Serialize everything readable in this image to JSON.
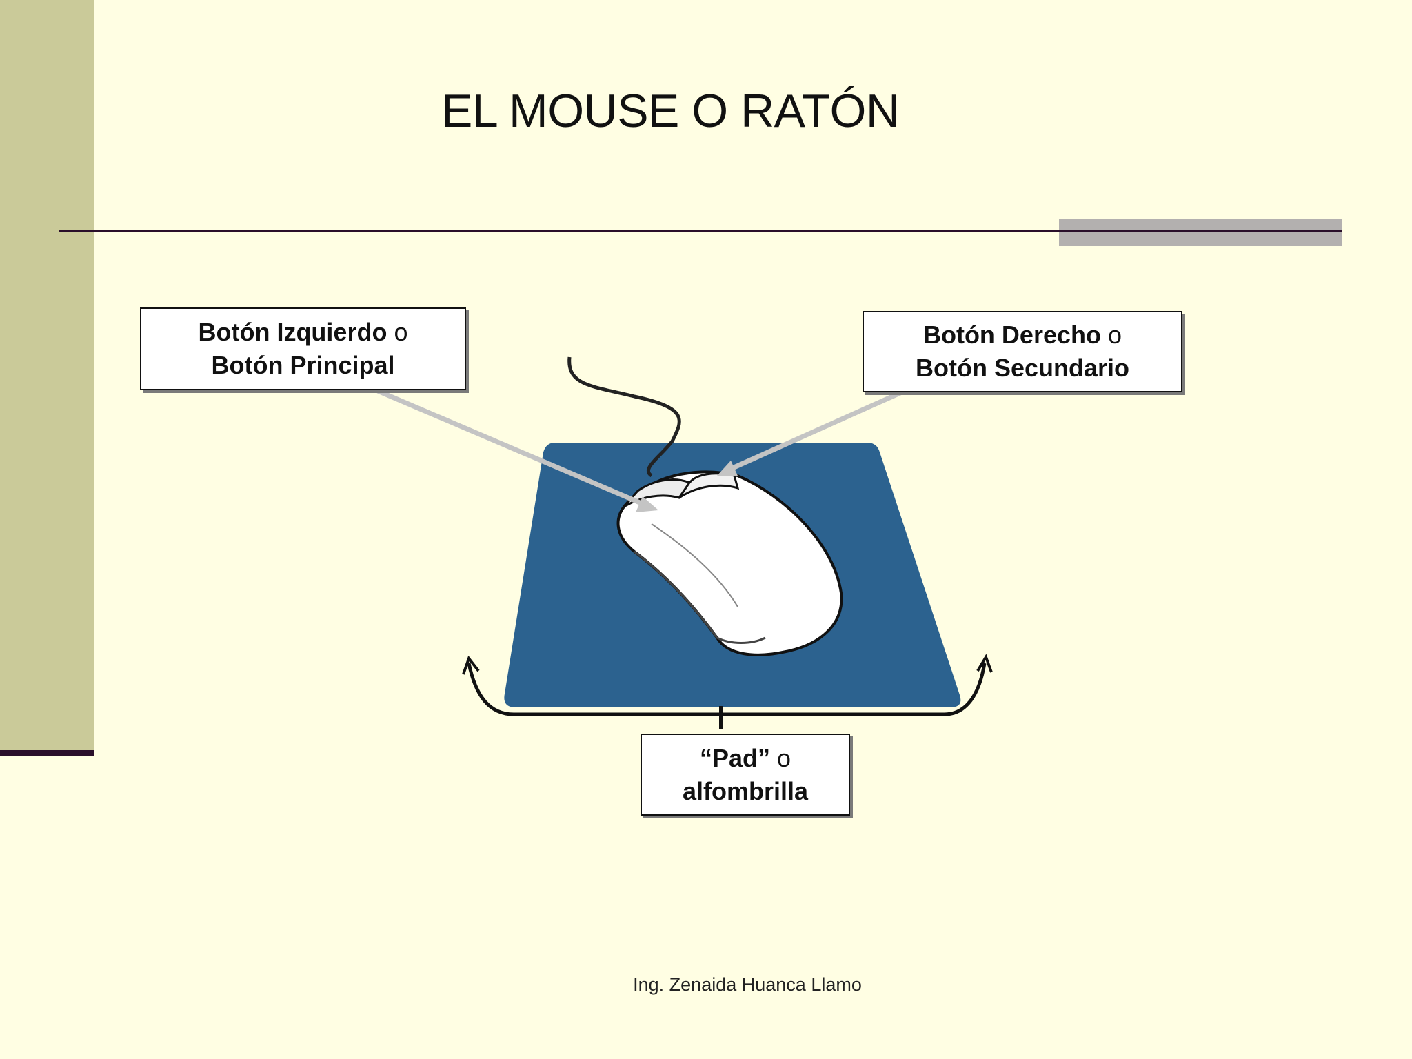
{
  "slide": {
    "title": "EL MOUSE O RATÓN",
    "footer": "Ing. Zenaida Huanca Llamo"
  },
  "labels": {
    "left_button": {
      "line1_bold": "Botón Izquierdo",
      "line1_plain": "o",
      "line2_bold": "Botón Principal"
    },
    "right_button": {
      "line1_bold": "Botón Derecho",
      "line1_plain": "o",
      "line2_bold": "Botón Secundario"
    },
    "pad": {
      "line1_bold": "“Pad”",
      "line1_plain": "o",
      "line2_bold": "alfombrilla"
    }
  },
  "colors": {
    "background": "#FFFEE3",
    "sidebar": "#CACA99",
    "accent_line": "#2A0F2A",
    "pad": "#2C628F",
    "arrow": "#C4C4C4"
  }
}
